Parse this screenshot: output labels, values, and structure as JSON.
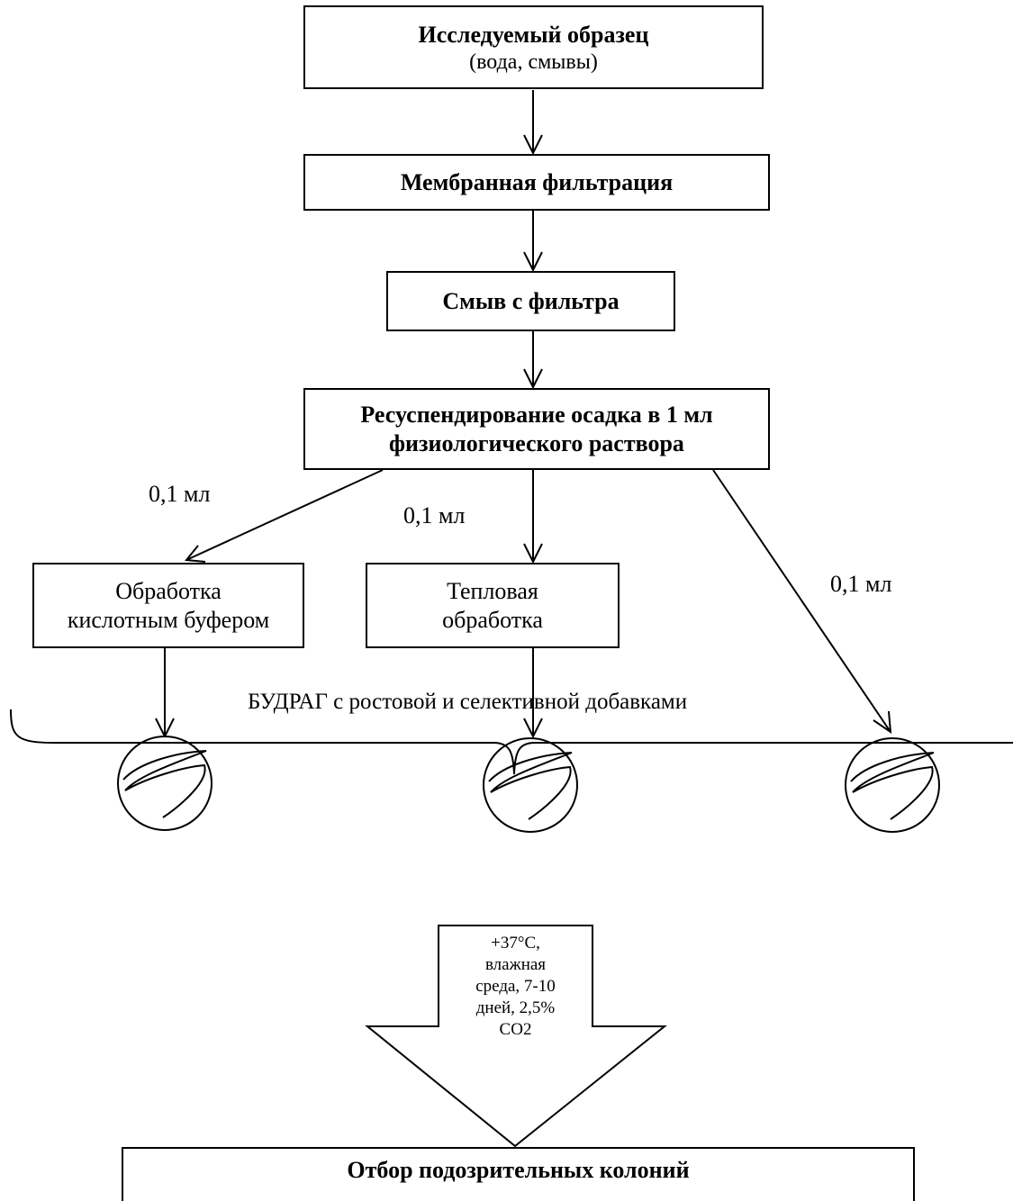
{
  "nodes": {
    "sample": {
      "title": "Исследуемый образец",
      "subtitle": "(вода, смывы)"
    },
    "membrane_filtration": {
      "title": "Мембранная фильтрация"
    },
    "filter_wash": {
      "title": "Смыв с фильтра"
    },
    "resuspension": {
      "line1": "Ресуспендирование осадка в 1 мл",
      "line2": "физиологического раствора"
    },
    "acid_treatment": {
      "line1": "Обработка",
      "line2": "кислотным буфером"
    },
    "heat_treatment": {
      "line1": "Тепловая",
      "line2": "обработка"
    },
    "selection": {
      "title": "Отбор подозрительных колоний"
    }
  },
  "edge_labels": {
    "left": "0,1 мл",
    "center": "0,1 мл",
    "right": "0,1 мл"
  },
  "medium_label": "БУДРАГ с ростовой и селективной добавками",
  "incubation": {
    "lines": [
      "+37°C,",
      "влажная",
      "среда, 7-10",
      "дней, 2,5%",
      "CO2"
    ]
  },
  "icons": [
    "petri-dish-icon",
    "petri-dish-icon",
    "petri-dish-icon"
  ]
}
